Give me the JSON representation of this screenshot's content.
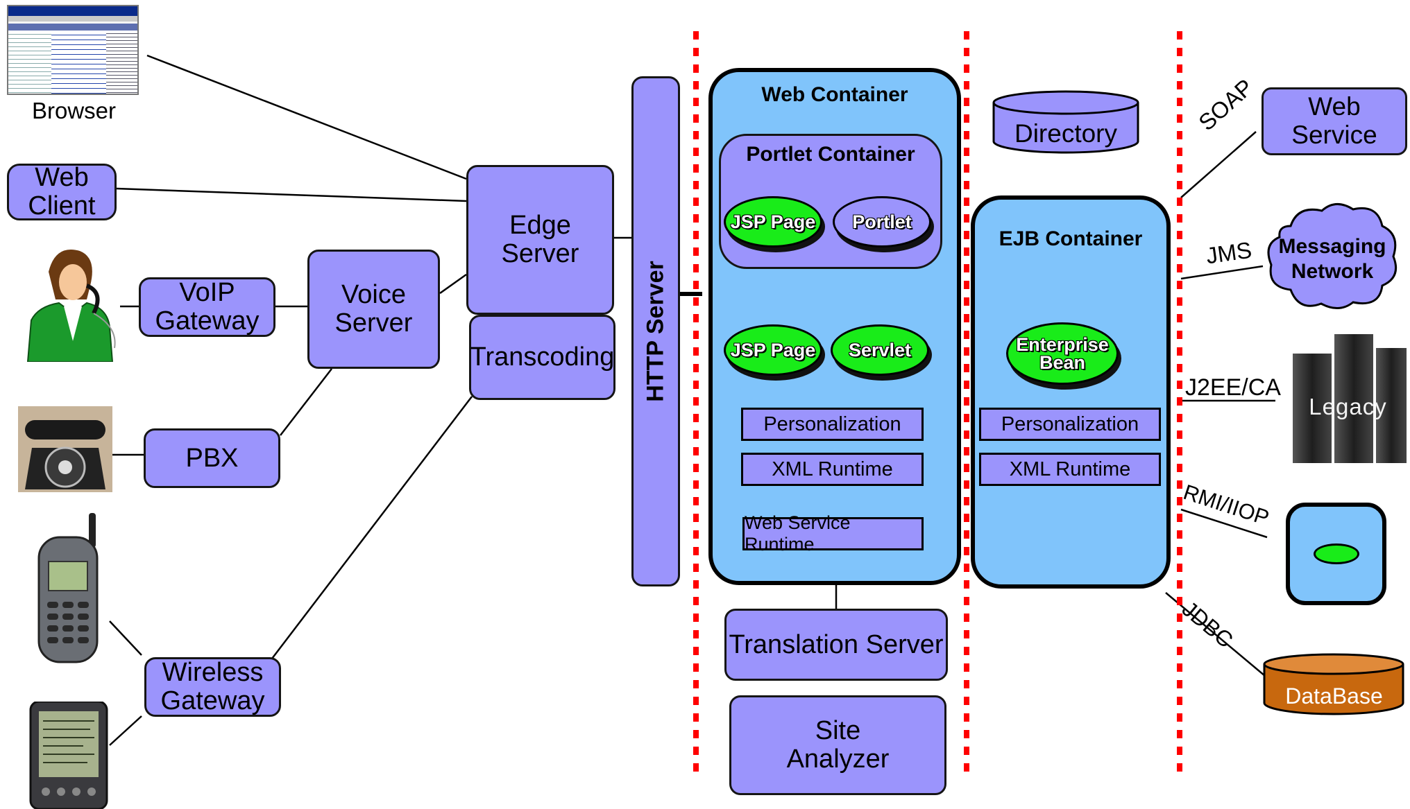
{
  "clients": {
    "browser": "Browser",
    "web_client": "Web\nClient",
    "voip_gateway": "VoIP\nGateway",
    "voice_server": "Voice\nServer",
    "pbx": "PBX",
    "wireless_gateway": "Wireless\nGateway"
  },
  "middle": {
    "edge_server": "Edge\nServer",
    "transcoding": "Transcoding",
    "http_server": "HTTP Server"
  },
  "web_container": {
    "title": "Web Container",
    "portlet_container": "Portlet Container",
    "jsp_page_1": "JSP Page",
    "portlet": "Portlet",
    "jsp_page_2": "JSP Page",
    "servlet": "Servlet",
    "personalization": "Personalization",
    "xml_runtime": "XML Runtime",
    "web_service_runtime": "Web Service Runtime"
  },
  "ejb_container": {
    "title": "EJB Container",
    "enterprise_bean": "Enterprise\nBean",
    "personalization": "Personalization",
    "xml_runtime": "XML Runtime"
  },
  "lower": {
    "translation_server": "Translation Server",
    "site_analyzer": "Site\nAnalyzer"
  },
  "directory": "Directory",
  "protocols": {
    "soap": "SOAP",
    "jms": "JMS",
    "j2ee_ca": "J2EE/CA",
    "rmi_iiop": "RMI/IIOP",
    "jdbc": "JDBC"
  },
  "external": {
    "web_service": "Web Service",
    "messaging_network": "Messaging\nNetwork",
    "legacy": "Legacy",
    "database": "DataBase"
  },
  "colors": {
    "box_fill": "#9b94fc",
    "container_fill": "#80c4fb",
    "bean_green": "#19ec19",
    "divider_red": "#ff0000",
    "database_fill": "#c8680e"
  }
}
